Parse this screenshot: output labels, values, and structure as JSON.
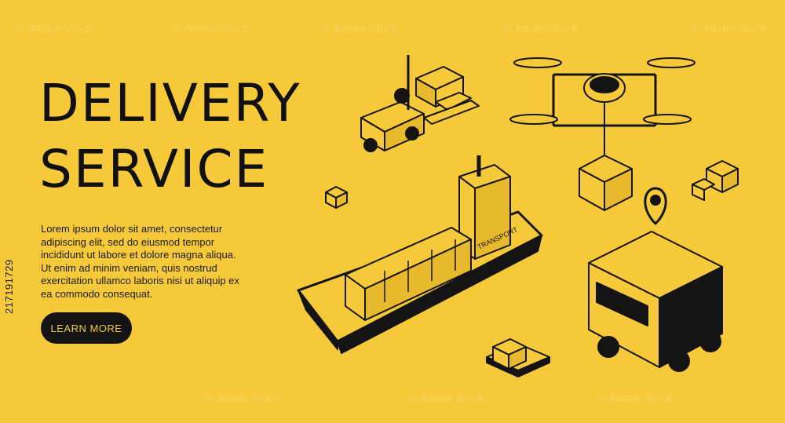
{
  "headline": {
    "line1": "DELIVERY",
    "line2": "SERVICE"
  },
  "body": {
    "line1": "Lorem ipsum dolor sit amet, consectetur",
    "line2": "adipiscing elit, sed do eiusmod tempor",
    "line3": "incididunt ut labore et dolore magna aliqua.",
    "line4": "Ut enim ad minim veniam, quis nostrud",
    "line5": "exercitation ullamco laboris nisi ut aliquip ex",
    "line6": "ea commodo consequat."
  },
  "cta": {
    "label": "LEARN MORE"
  },
  "stock_id": "217191729",
  "ship": {
    "hull_label": "TRANSPORT"
  },
  "colors": {
    "background": "#f5c93a",
    "ink": "#141414",
    "accent": "#f5c93a"
  },
  "icons": [
    "forklift-icon",
    "drone-icon",
    "cargo-ship-icon",
    "delivery-van-icon",
    "location-pin-icon",
    "box-icon",
    "pallet-icon"
  ]
}
